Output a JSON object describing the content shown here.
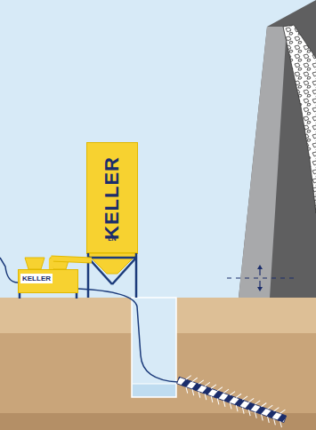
{
  "diagram": {
    "nodes": [
      {
        "text": [
          "KELLER",
          "LN"
        ]
      },
      {
        "text": [
          "KELLER"
        ]
      }
    ],
    "edges": [
      {
        "from": 0,
        "to": 1,
        "arrow": "none"
      }
    ]
  }
}
